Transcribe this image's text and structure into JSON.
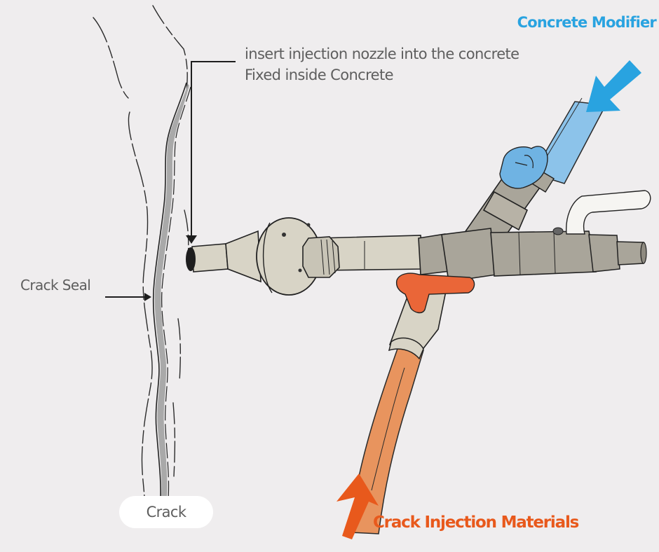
{
  "diagram": {
    "title": "Crack injection setup",
    "colors": {
      "background": "#efedee",
      "modifier_accent": "#29a3e0",
      "modifier_hose": "#8cc3ea",
      "injection_accent": "#e8591c",
      "injection_hose": "#e8945e",
      "metal": "#d8d4c6",
      "fitting": "#a9a59a",
      "label_text": "#5e5e5e"
    },
    "labels": {
      "nozzle_line1": "insert injection nozzle into the concrete",
      "nozzle_line2": "Fixed inside Concrete",
      "crack_seal": "Crack Seal",
      "crack": "Crack",
      "concrete_modifier": "Concrete Modifier",
      "crack_injection_materials": "Crack Injection Materials"
    },
    "components": [
      "concrete-surface",
      "crack",
      "crack-seal",
      "injection-nozzle",
      "packer-flange",
      "hex-nut",
      "connector-pipe",
      "tee-fitting",
      "blue-valve-handle",
      "red-valve-handle",
      "lever-ball-valve",
      "modifier-hose",
      "injection-hose"
    ],
    "flows": [
      {
        "name": "Concrete Modifier",
        "direction": "inbound-down-left"
      },
      {
        "name": "Crack Injection Materials",
        "direction": "inbound-up"
      }
    ]
  }
}
